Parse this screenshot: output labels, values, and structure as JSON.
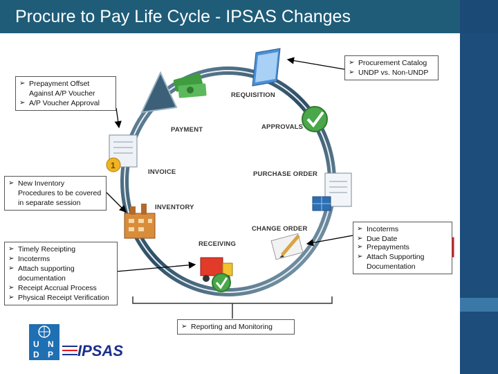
{
  "title": "Procure to Pay Life Cycle - IPSAS Changes",
  "stages": {
    "requisition": "REQUISITION",
    "approvals": "APPROVALS",
    "purchase_order": "PURCHASE ORDER",
    "change_order": "CHANGE ORDER",
    "receiving": "RECEIVING",
    "inventory": "INVENTORY",
    "invoice": "INVOICE",
    "payment": "PAYMENT"
  },
  "callouts": {
    "procurement": [
      "Procurement Catalog",
      "UNDP vs. Non-UNDP"
    ],
    "prepayment": [
      "Prepayment Offset Against A/P Voucher",
      "A/P Voucher Approval"
    ],
    "inventory": [
      "New Inventory Procedures to be covered in separate session"
    ],
    "change_order": [
      "Incoterms",
      "Due Date",
      "Prepayments",
      "Attach Supporting Documentation"
    ],
    "receiving": [
      "Timely Receipting",
      "Incoterms",
      "Attach supporting documentation",
      "Receipt Accrual Process",
      "Physical Receipt Verification"
    ],
    "reporting": [
      "Reporting and Monitoring"
    ]
  },
  "logo": {
    "org_letters": [
      "U",
      "N",
      "D",
      "P"
    ],
    "ipsas": "IPSAS"
  },
  "colors": {
    "title_bar": "#1f5c78",
    "sidebar": "#1d4d7b",
    "highlight": "#e8141c",
    "cycle_ring": "#2d4f66"
  }
}
